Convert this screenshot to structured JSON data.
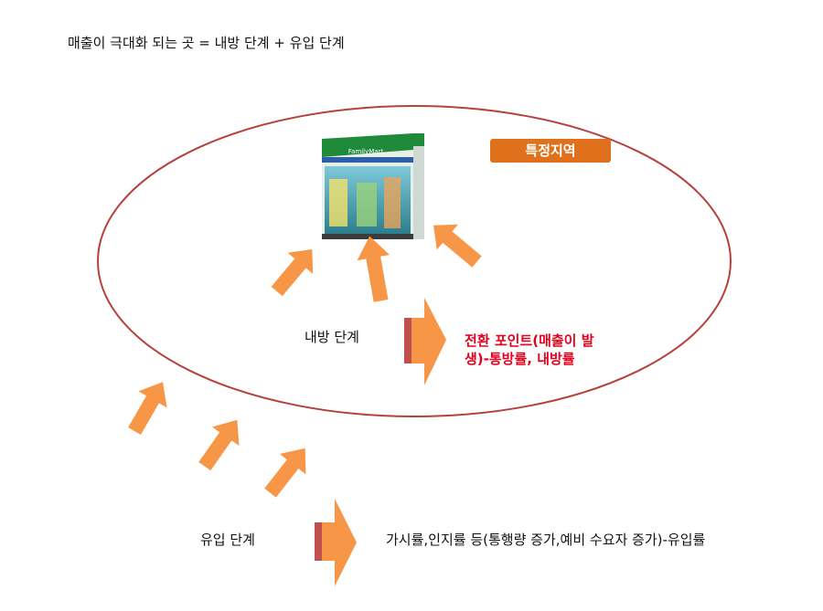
{
  "title": "매출이 극대화 되는 곳 = 내방 단계 + 유입 단계",
  "region_badge": "특정지역",
  "visit_stage_label": "내방 단계",
  "conversion_point": {
    "line1": "전환 포인트(매출이 발",
    "line2": "생)-통방률, 내방률"
  },
  "inflow_stage_label": "유입 단계",
  "inflow_description": "가시률,인지률 등(통행량 증가,예비 수요자 증가)-유입률",
  "store_sign_text": "FamilyMart",
  "colors": {
    "ellipse": "#b5413c",
    "arrow": "#f79646",
    "arrow_shadow": "#c0504d",
    "badge": "#e0701b",
    "conversion_text": "#e3001b"
  }
}
